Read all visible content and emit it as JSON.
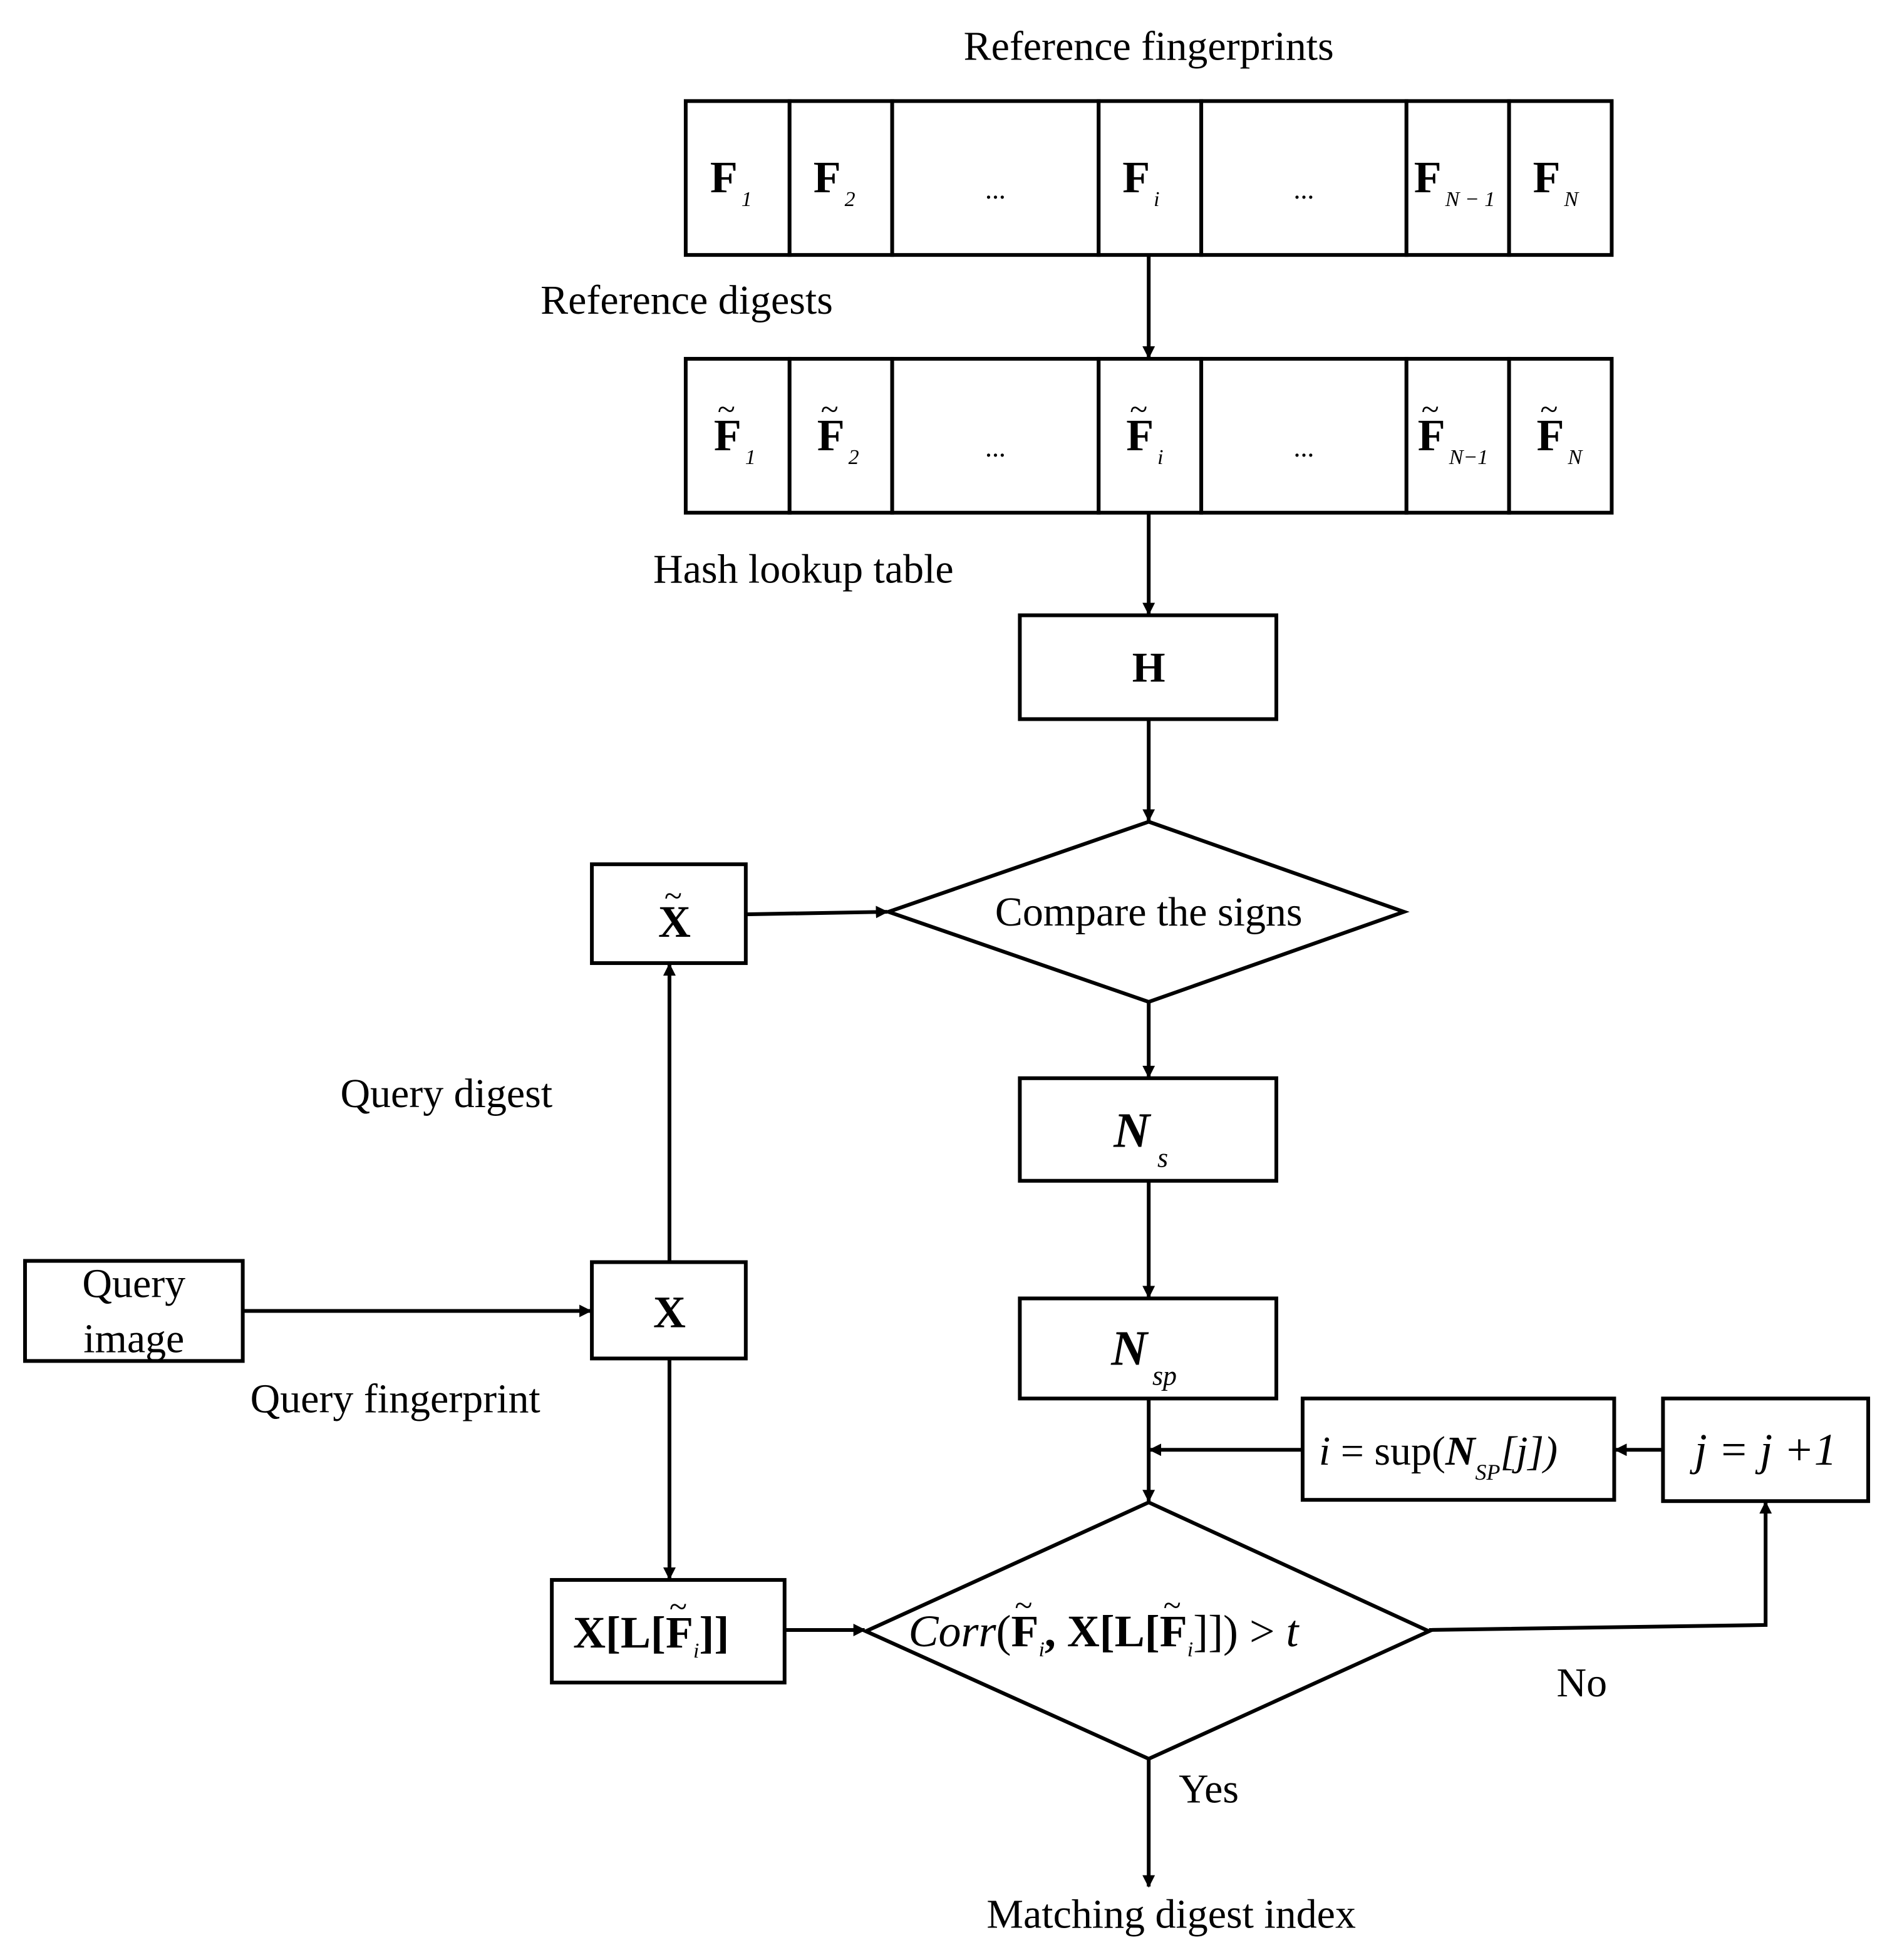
{
  "labels": {
    "reference_fingerprints": "Reference fingerprints",
    "reference_digests": "Reference digests",
    "hash_lookup_table": "Hash lookup table",
    "query_digest": "Query digest",
    "query_fingerprint": "Query fingerprint",
    "no": "No",
    "yes": "Yes",
    "matching_digest_index": "Matching digest index"
  },
  "fingerprint_cells": [
    {
      "base": "F",
      "sub": "1"
    },
    {
      "base": "F",
      "sub": "2"
    },
    {
      "base": "...",
      "sub": ""
    },
    {
      "base": "F",
      "sub": "i"
    },
    {
      "base": "...",
      "sub": ""
    },
    {
      "base": "F",
      "sub": "N − 1"
    },
    {
      "base": "F",
      "sub": "N"
    }
  ],
  "digest_cells": [
    {
      "base": "F",
      "sub": "1",
      "tilde": "~"
    },
    {
      "base": "F",
      "sub": "2",
      "tilde": "~"
    },
    {
      "base": "...",
      "sub": "",
      "tilde": ""
    },
    {
      "base": "F",
      "sub": "i",
      "tilde": "~"
    },
    {
      "base": "...",
      "sub": "",
      "tilde": ""
    },
    {
      "base": "F",
      "sub": "N−1",
      "tilde": "~"
    },
    {
      "base": "F",
      "sub": "N",
      "tilde": "~"
    }
  ],
  "nodes": {
    "hash": "H",
    "compare": "Compare the signs",
    "query_digest_box": {
      "base": "X",
      "tilde": "~"
    },
    "ns": {
      "base": "N",
      "sub": "s"
    },
    "nsp": {
      "base": "N",
      "sub": "sp"
    },
    "query_image": [
      "Query",
      "image"
    ],
    "query_fingerprint_box": "X",
    "update_i": {
      "pre": "i",
      "mid": " = sup(",
      "n": "N",
      "sub": "SP",
      "post": "[j])"
    },
    "update_j": "j = j +1",
    "lookup": {
      "a": "X[L[",
      "f": "F",
      "tilde": "~",
      "sub": "i",
      "b": "]]"
    },
    "corr": {
      "fn": "Corr",
      "open": "(",
      "f": "F",
      "tilde": "~",
      "sub": "i",
      "mid": ", X[L[",
      "f2": "F",
      "sub2": "i",
      "close": "]]) > ",
      "t": "t"
    }
  }
}
